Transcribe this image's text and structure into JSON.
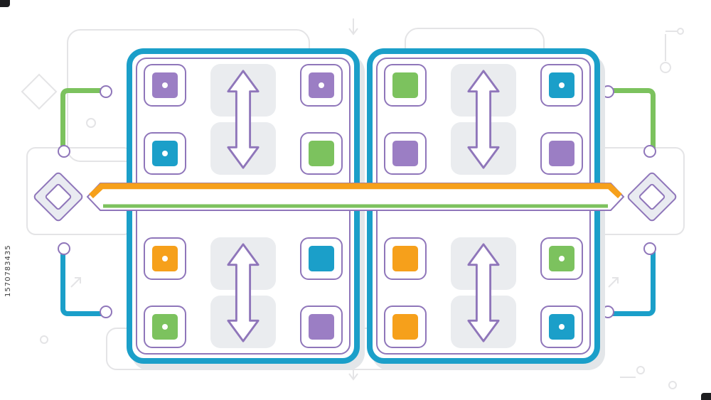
{
  "watermark": {
    "id": "1570783435"
  },
  "colors": {
    "teal": "#1b9fc9",
    "blue": "#1b9fc9",
    "green": "#7cc25e",
    "orange": "#f6a01b",
    "purple": "#9b7ec4",
    "purple_outline": "#8f76ba",
    "light_fill": "#eaecef",
    "bg_line": "#e4e4e6",
    "ink": "#1d1d1f"
  },
  "panels": [
    {
      "id": "left",
      "quadrants": [
        {
          "id": "top",
          "left": [
            {
              "color": "purple",
              "dot": true
            },
            {
              "color": "blue",
              "dot": true
            }
          ],
          "right": [
            {
              "color": "purple",
              "dot": true
            },
            {
              "color": "green",
              "dot": false
            }
          ]
        },
        {
          "id": "bottom",
          "left": [
            {
              "color": "orange",
              "dot": true
            },
            {
              "color": "green",
              "dot": true
            }
          ],
          "right": [
            {
              "color": "blue",
              "dot": false
            },
            {
              "color": "purple",
              "dot": false
            }
          ]
        }
      ]
    },
    {
      "id": "right",
      "quadrants": [
        {
          "id": "top",
          "left": [
            {
              "color": "green",
              "dot": false
            },
            {
              "color": "purple",
              "dot": false
            }
          ],
          "right": [
            {
              "color": "blue",
              "dot": true
            },
            {
              "color": "purple",
              "dot": false
            }
          ]
        },
        {
          "id": "bottom",
          "left": [
            {
              "color": "orange",
              "dot": false
            },
            {
              "color": "orange",
              "dot": false
            }
          ],
          "right": [
            {
              "color": "green",
              "dot": true
            },
            {
              "color": "blue",
              "dot": true
            }
          ]
        }
      ]
    }
  ]
}
